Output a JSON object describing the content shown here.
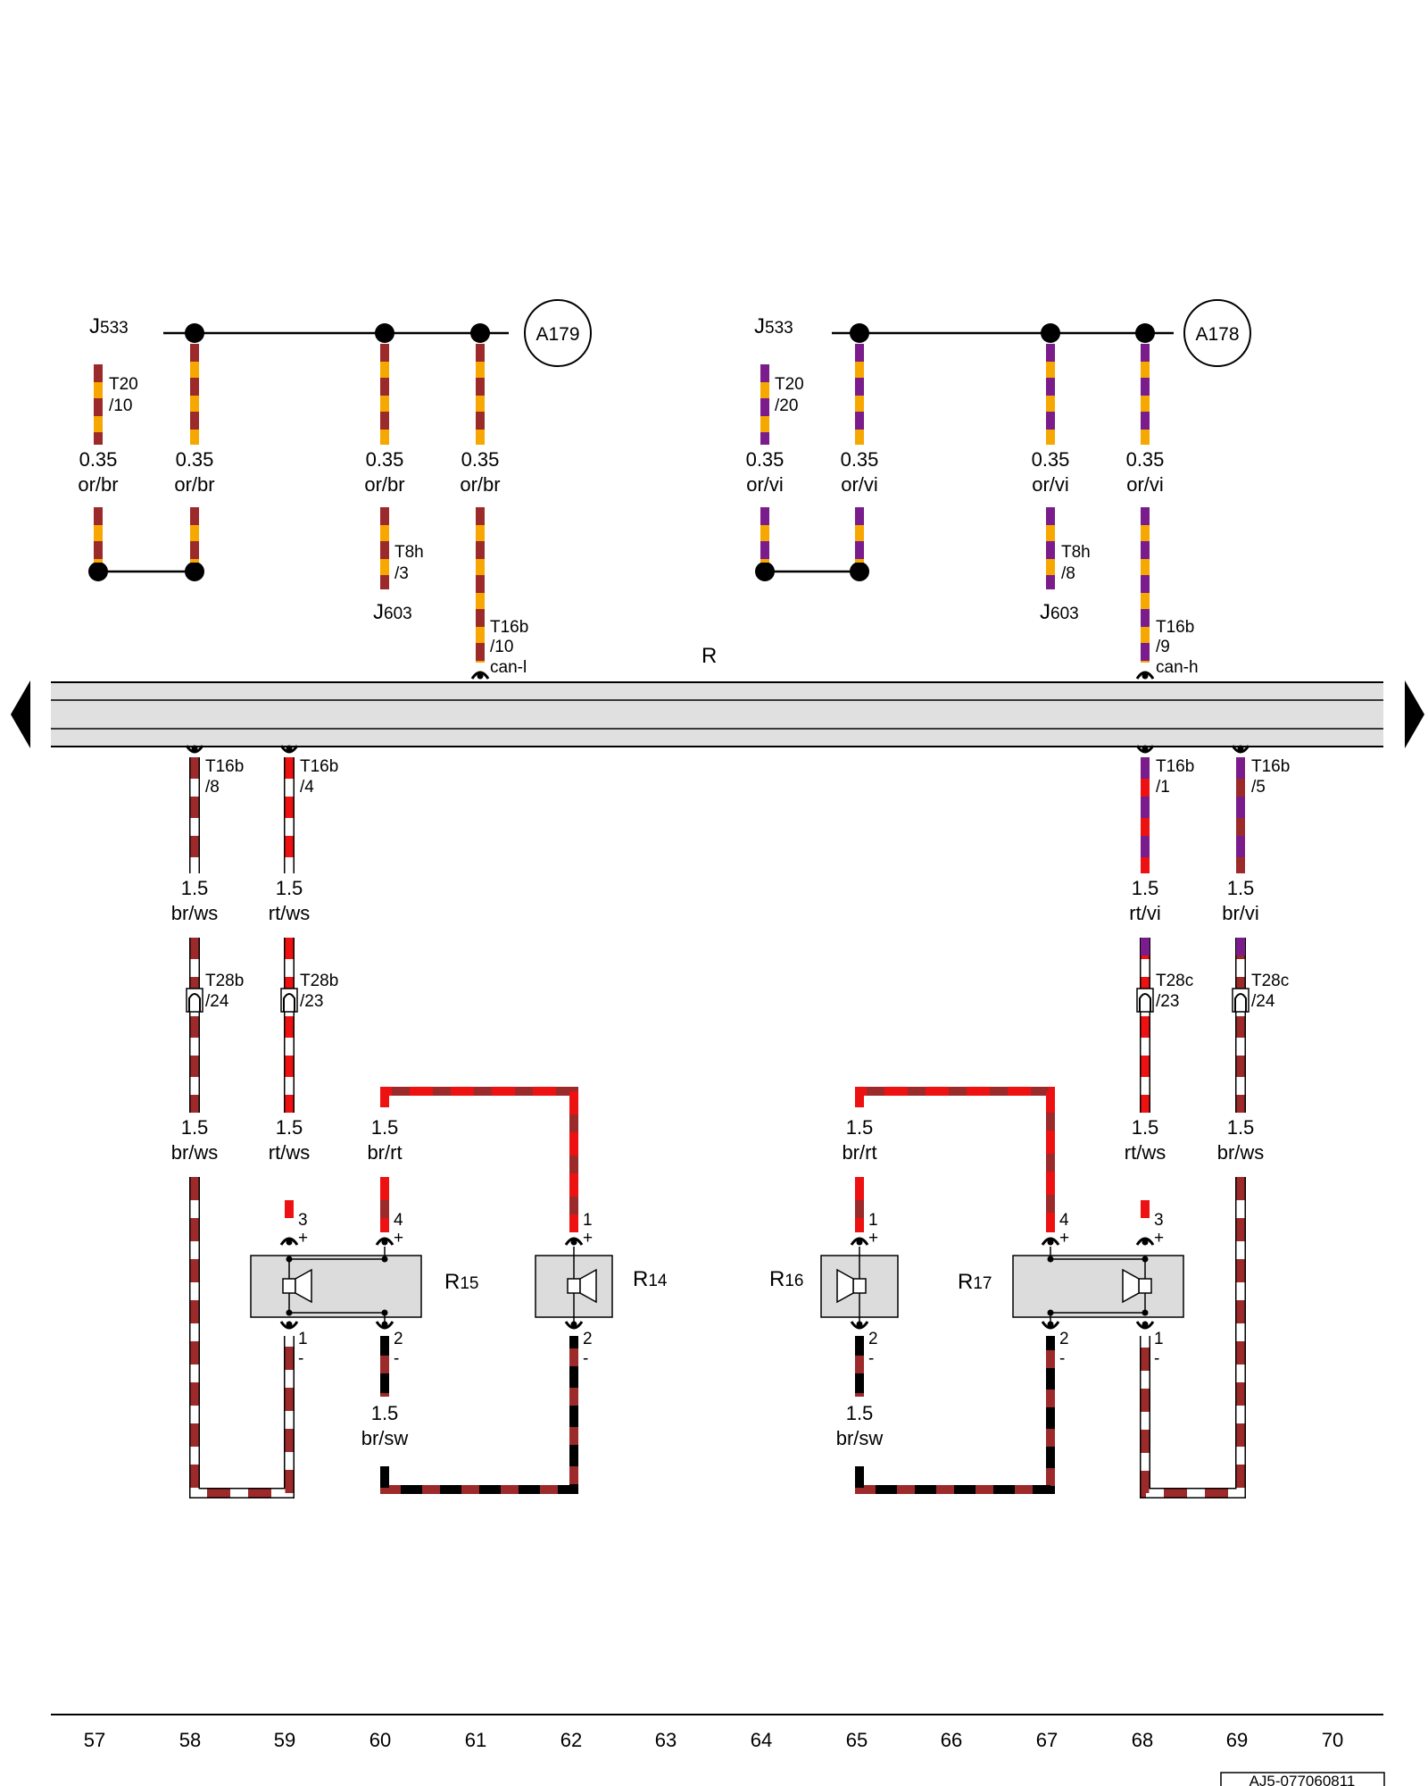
{
  "components": {
    "j533_left": {
      "main": "J",
      "sub": "533"
    },
    "j533_right": {
      "main": "J",
      "sub": "533"
    },
    "j603_left": {
      "main": "J",
      "sub": "603"
    },
    "j603_right": {
      "main": "J",
      "sub": "603"
    },
    "a179": "A179",
    "a178": "A178",
    "r15": {
      "main": "R",
      "sub": "15"
    },
    "r14": {
      "main": "R",
      "sub": "14"
    },
    "r16": {
      "main": "R",
      "sub": "16"
    },
    "r17": {
      "main": "R",
      "sub": "17"
    },
    "harness": "R"
  },
  "connectors": {
    "t20_10": [
      "T20",
      "/10"
    ],
    "t20_20": [
      "T20",
      "/20"
    ],
    "t8h_3": [
      "T8h",
      "/3"
    ],
    "t8h_8": [
      "T8h",
      "/8"
    ],
    "t16b_10": [
      "T16b",
      "/10",
      "can-l"
    ],
    "t16b_9": [
      "T16b",
      "/9",
      "can-h"
    ],
    "t16b_8": [
      "T16b",
      "/8"
    ],
    "t16b_4": [
      "T16b",
      "/4"
    ],
    "t16b_1": [
      "T16b",
      "/1"
    ],
    "t16b_5": [
      "T16b",
      "/5"
    ],
    "t28b_24": [
      "T28b",
      "/24"
    ],
    "t28b_23": [
      "T28b",
      "/23"
    ],
    "t28c_23": [
      "T28c",
      "/23"
    ],
    "t28c_24": [
      "T28c",
      "/24"
    ]
  },
  "wire_labels": {
    "w57": [
      "0.35",
      "or/br"
    ],
    "w58": [
      "0.35",
      "or/br"
    ],
    "w60": [
      "0.35",
      "or/br"
    ],
    "w61": [
      "0.35",
      "or/br"
    ],
    "w64": [
      "0.35",
      "or/vi"
    ],
    "w65": [
      "0.35",
      "or/vi"
    ],
    "w67": [
      "0.35",
      "or/vi"
    ],
    "w68": [
      "0.35",
      "or/vi"
    ],
    "l58a": [
      "1.5",
      "br/ws"
    ],
    "l59a": [
      "1.5",
      "rt/ws"
    ],
    "l68a": [
      "1.5",
      "rt/vi"
    ],
    "l69a": [
      "1.5",
      "br/vi"
    ],
    "l58b": [
      "1.5",
      "br/ws"
    ],
    "l59b": [
      "1.5",
      "rt/ws"
    ],
    "l60b": [
      "1.5",
      "br/rt"
    ],
    "l65b": [
      "1.5",
      "br/rt"
    ],
    "l68b": [
      "1.5",
      "rt/ws"
    ],
    "l69b": [
      "1.5",
      "br/ws"
    ],
    "l60c": [
      "1.5",
      "br/sw"
    ],
    "l65c": [
      "1.5",
      "br/sw"
    ]
  },
  "pins": {
    "r15_3": "3",
    "r15_4": "4",
    "r15_1": "1",
    "r15_2": "2",
    "r14_1": "1",
    "r14_2": "2",
    "r16_1": "1",
    "r16_2": "2",
    "r17_4": "4",
    "r17_3": "3",
    "r17_2": "2",
    "r17_1": "1",
    "plus": "+",
    "minus": "-"
  },
  "axis": {
    "numbers": [
      "57",
      "58",
      "59",
      "60",
      "61",
      "62",
      "63",
      "64",
      "65",
      "66",
      "67",
      "68",
      "69",
      "70"
    ]
  },
  "document_id": "AJ5-077060811",
  "colors": {
    "orange": "#f6a800",
    "brown": "#9c2a2a",
    "violet": "#7a1c8c",
    "red": "#ee1111",
    "white": "#ffffff",
    "black": "#000000",
    "harness_fill": "#e0e0e0",
    "component_fill": "#dcdcdc"
  }
}
